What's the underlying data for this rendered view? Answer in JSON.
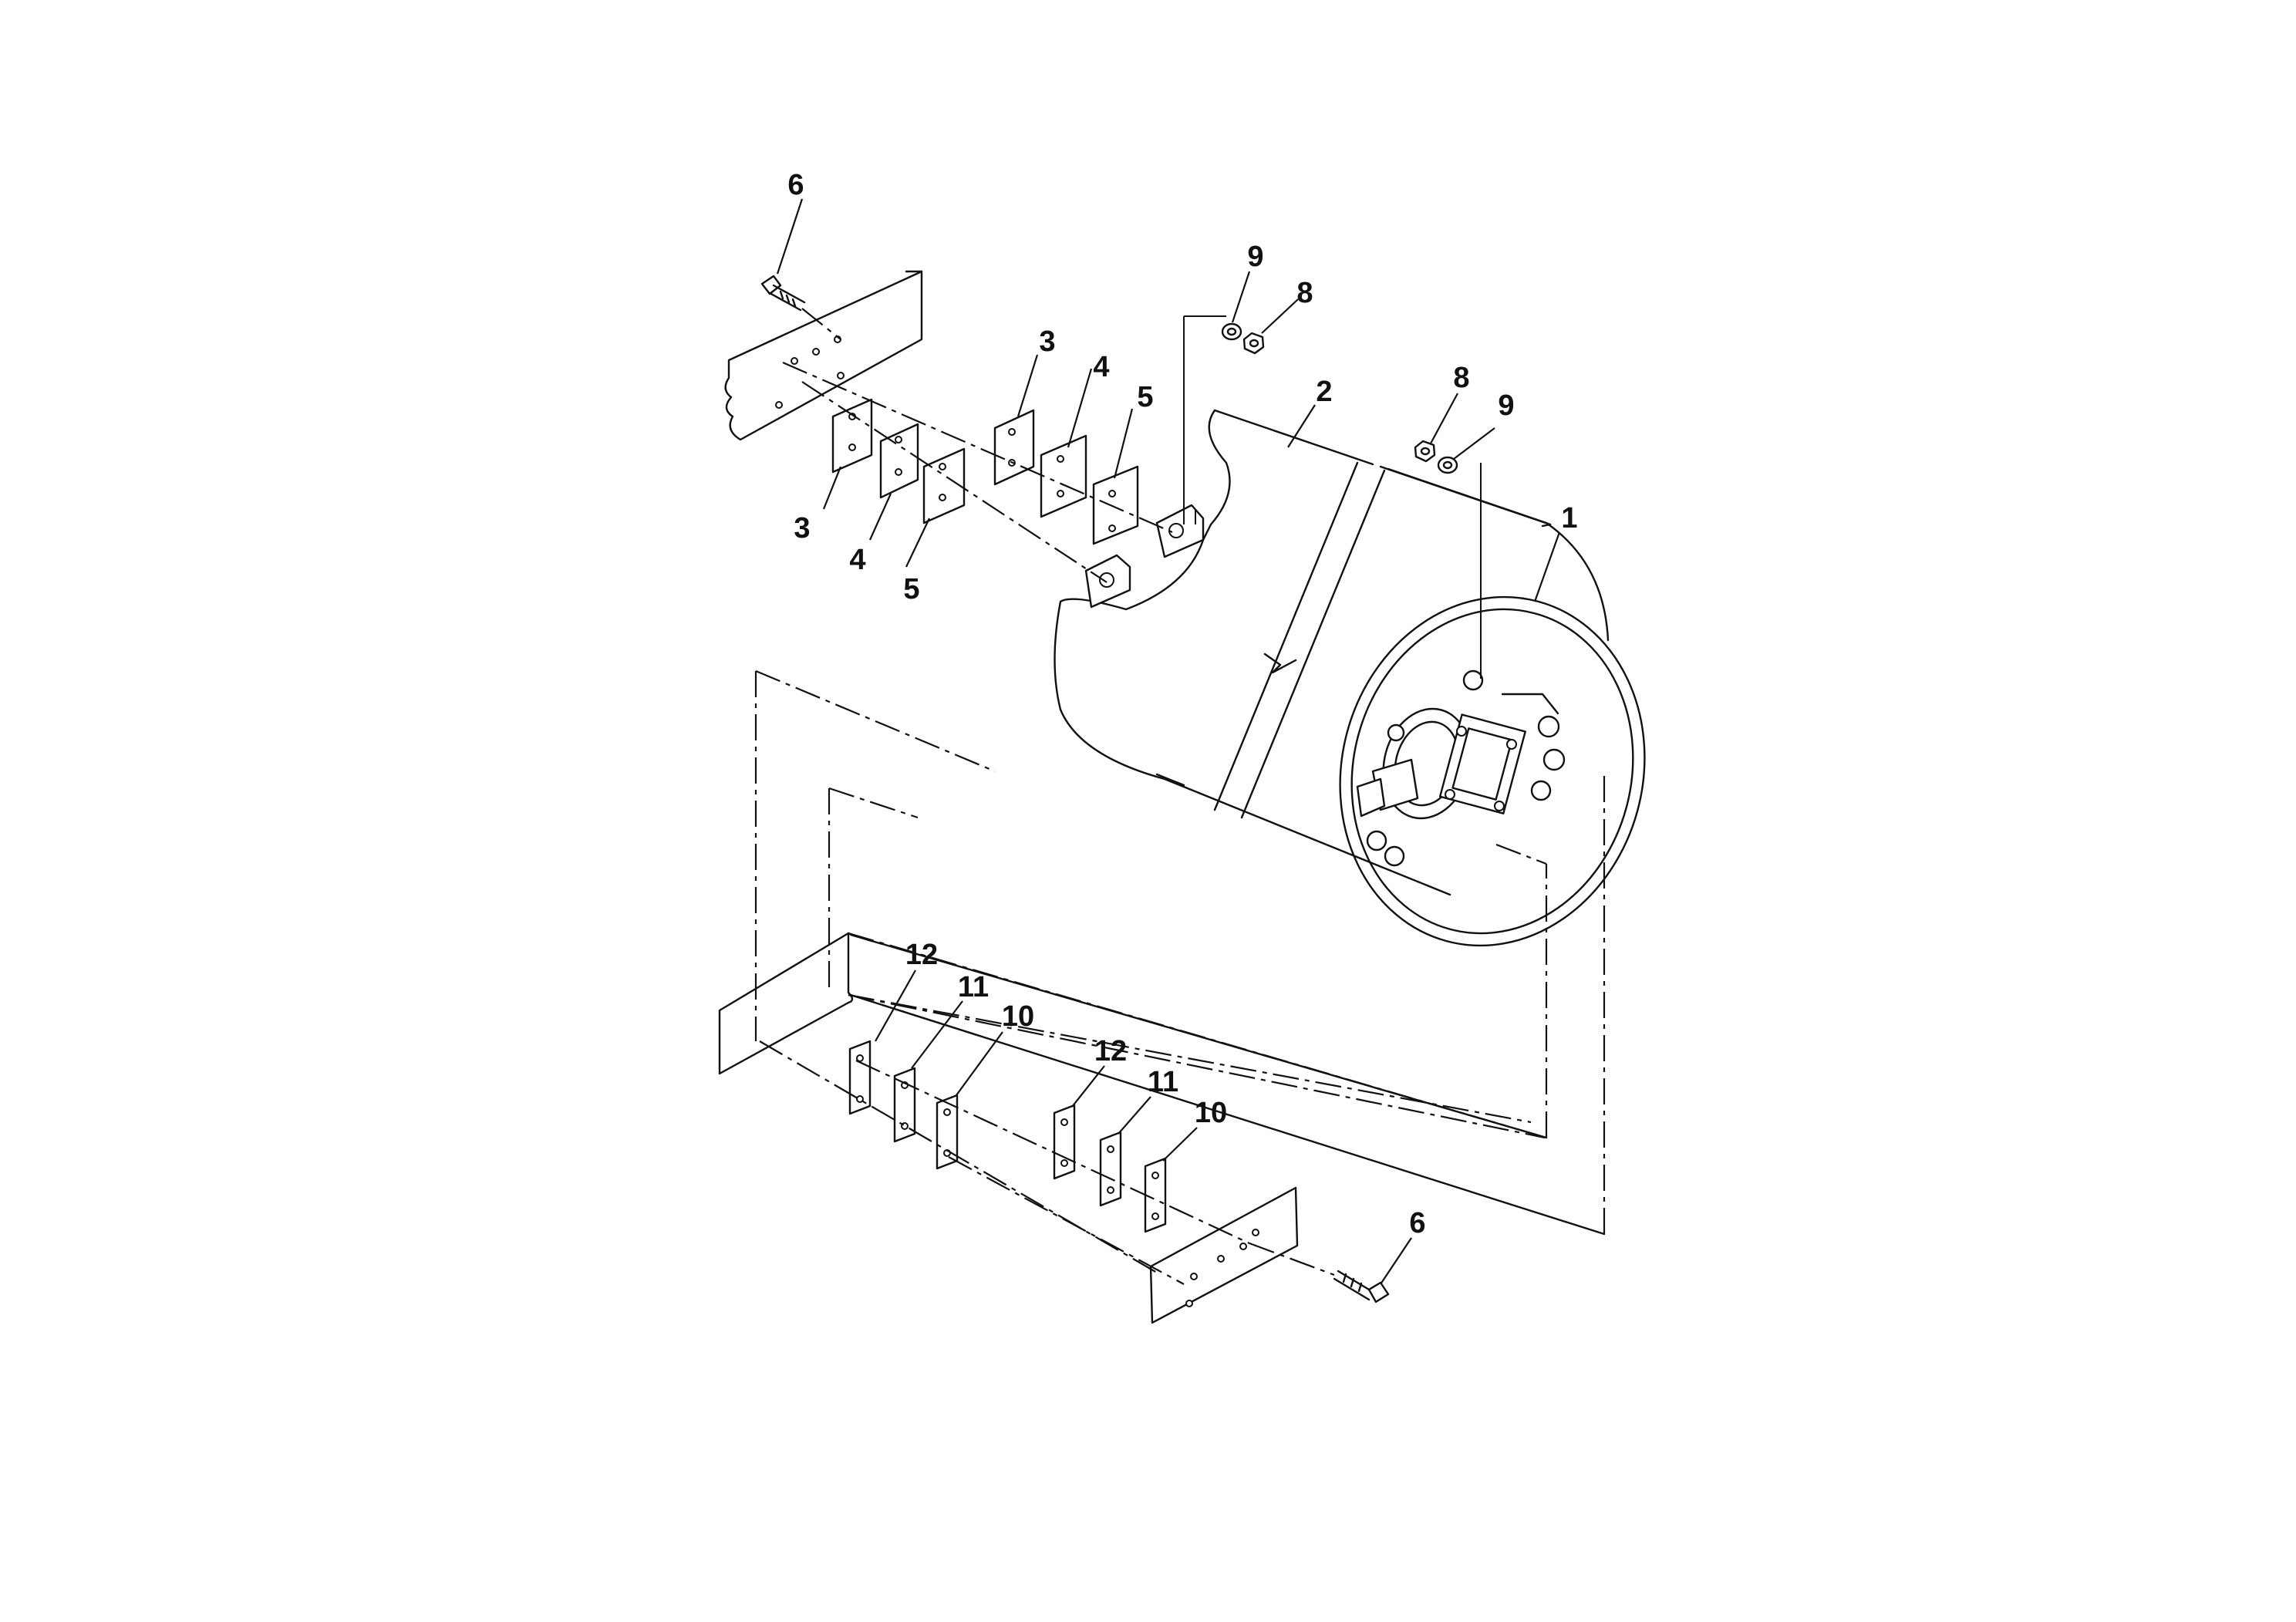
{
  "diagram": {
    "callouts": {
      "c1": "1",
      "c2": "2",
      "c3a": "3",
      "c3b": "3",
      "c4a": "4",
      "c4b": "4",
      "c5a": "5",
      "c5b": "5",
      "c6a": "6",
      "c6b": "6",
      "c8a": "8",
      "c8b": "8",
      "c9a": "9",
      "c9b": "9",
      "c10a": "10",
      "c10b": "10",
      "c11a": "11",
      "c11b": "11",
      "c12a": "12",
      "c12b": "12"
    }
  }
}
